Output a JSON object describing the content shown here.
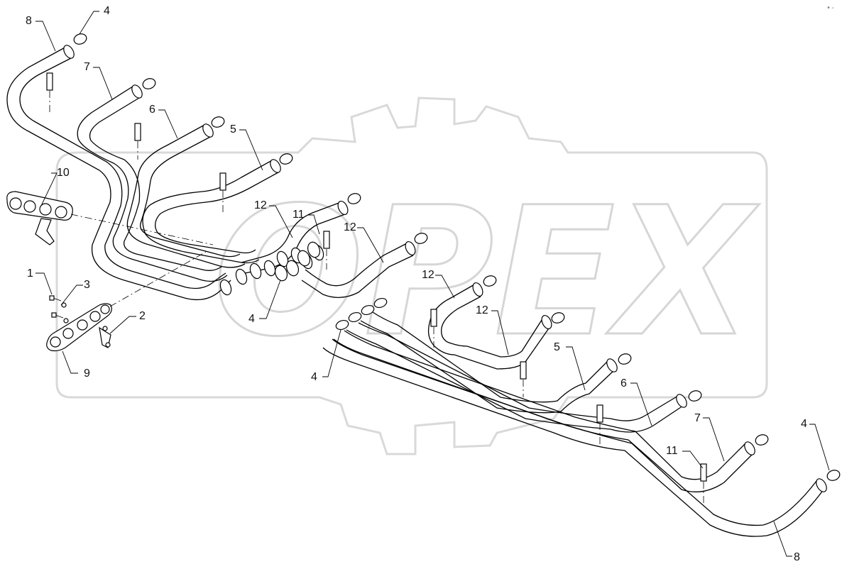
{
  "diagram": {
    "corner_mark": "•-",
    "watermark_text": "OPEX",
    "labels": [
      {
        "id": "l8a",
        "text": "8"
      },
      {
        "id": "l4a",
        "text": "4"
      },
      {
        "id": "l7a",
        "text": "7"
      },
      {
        "id": "l6a",
        "text": "6"
      },
      {
        "id": "l5a",
        "text": "5"
      },
      {
        "id": "l10",
        "text": "10"
      },
      {
        "id": "l12a",
        "text": "12"
      },
      {
        "id": "l11a",
        "text": "11"
      },
      {
        "id": "l12b",
        "text": "12"
      },
      {
        "id": "l1",
        "text": "1"
      },
      {
        "id": "l3",
        "text": "3"
      },
      {
        "id": "l2",
        "text": "2"
      },
      {
        "id": "l9",
        "text": "9"
      },
      {
        "id": "l4b",
        "text": "4"
      },
      {
        "id": "l12c",
        "text": "12"
      },
      {
        "id": "l12d",
        "text": "12"
      },
      {
        "id": "l4c",
        "text": "4"
      },
      {
        "id": "l5b",
        "text": "5"
      },
      {
        "id": "l6b",
        "text": "6"
      },
      {
        "id": "l7b",
        "text": "7"
      },
      {
        "id": "l4d",
        "text": "4"
      },
      {
        "id": "l11b",
        "text": "11"
      },
      {
        "id": "l8b",
        "text": "8"
      }
    ]
  }
}
